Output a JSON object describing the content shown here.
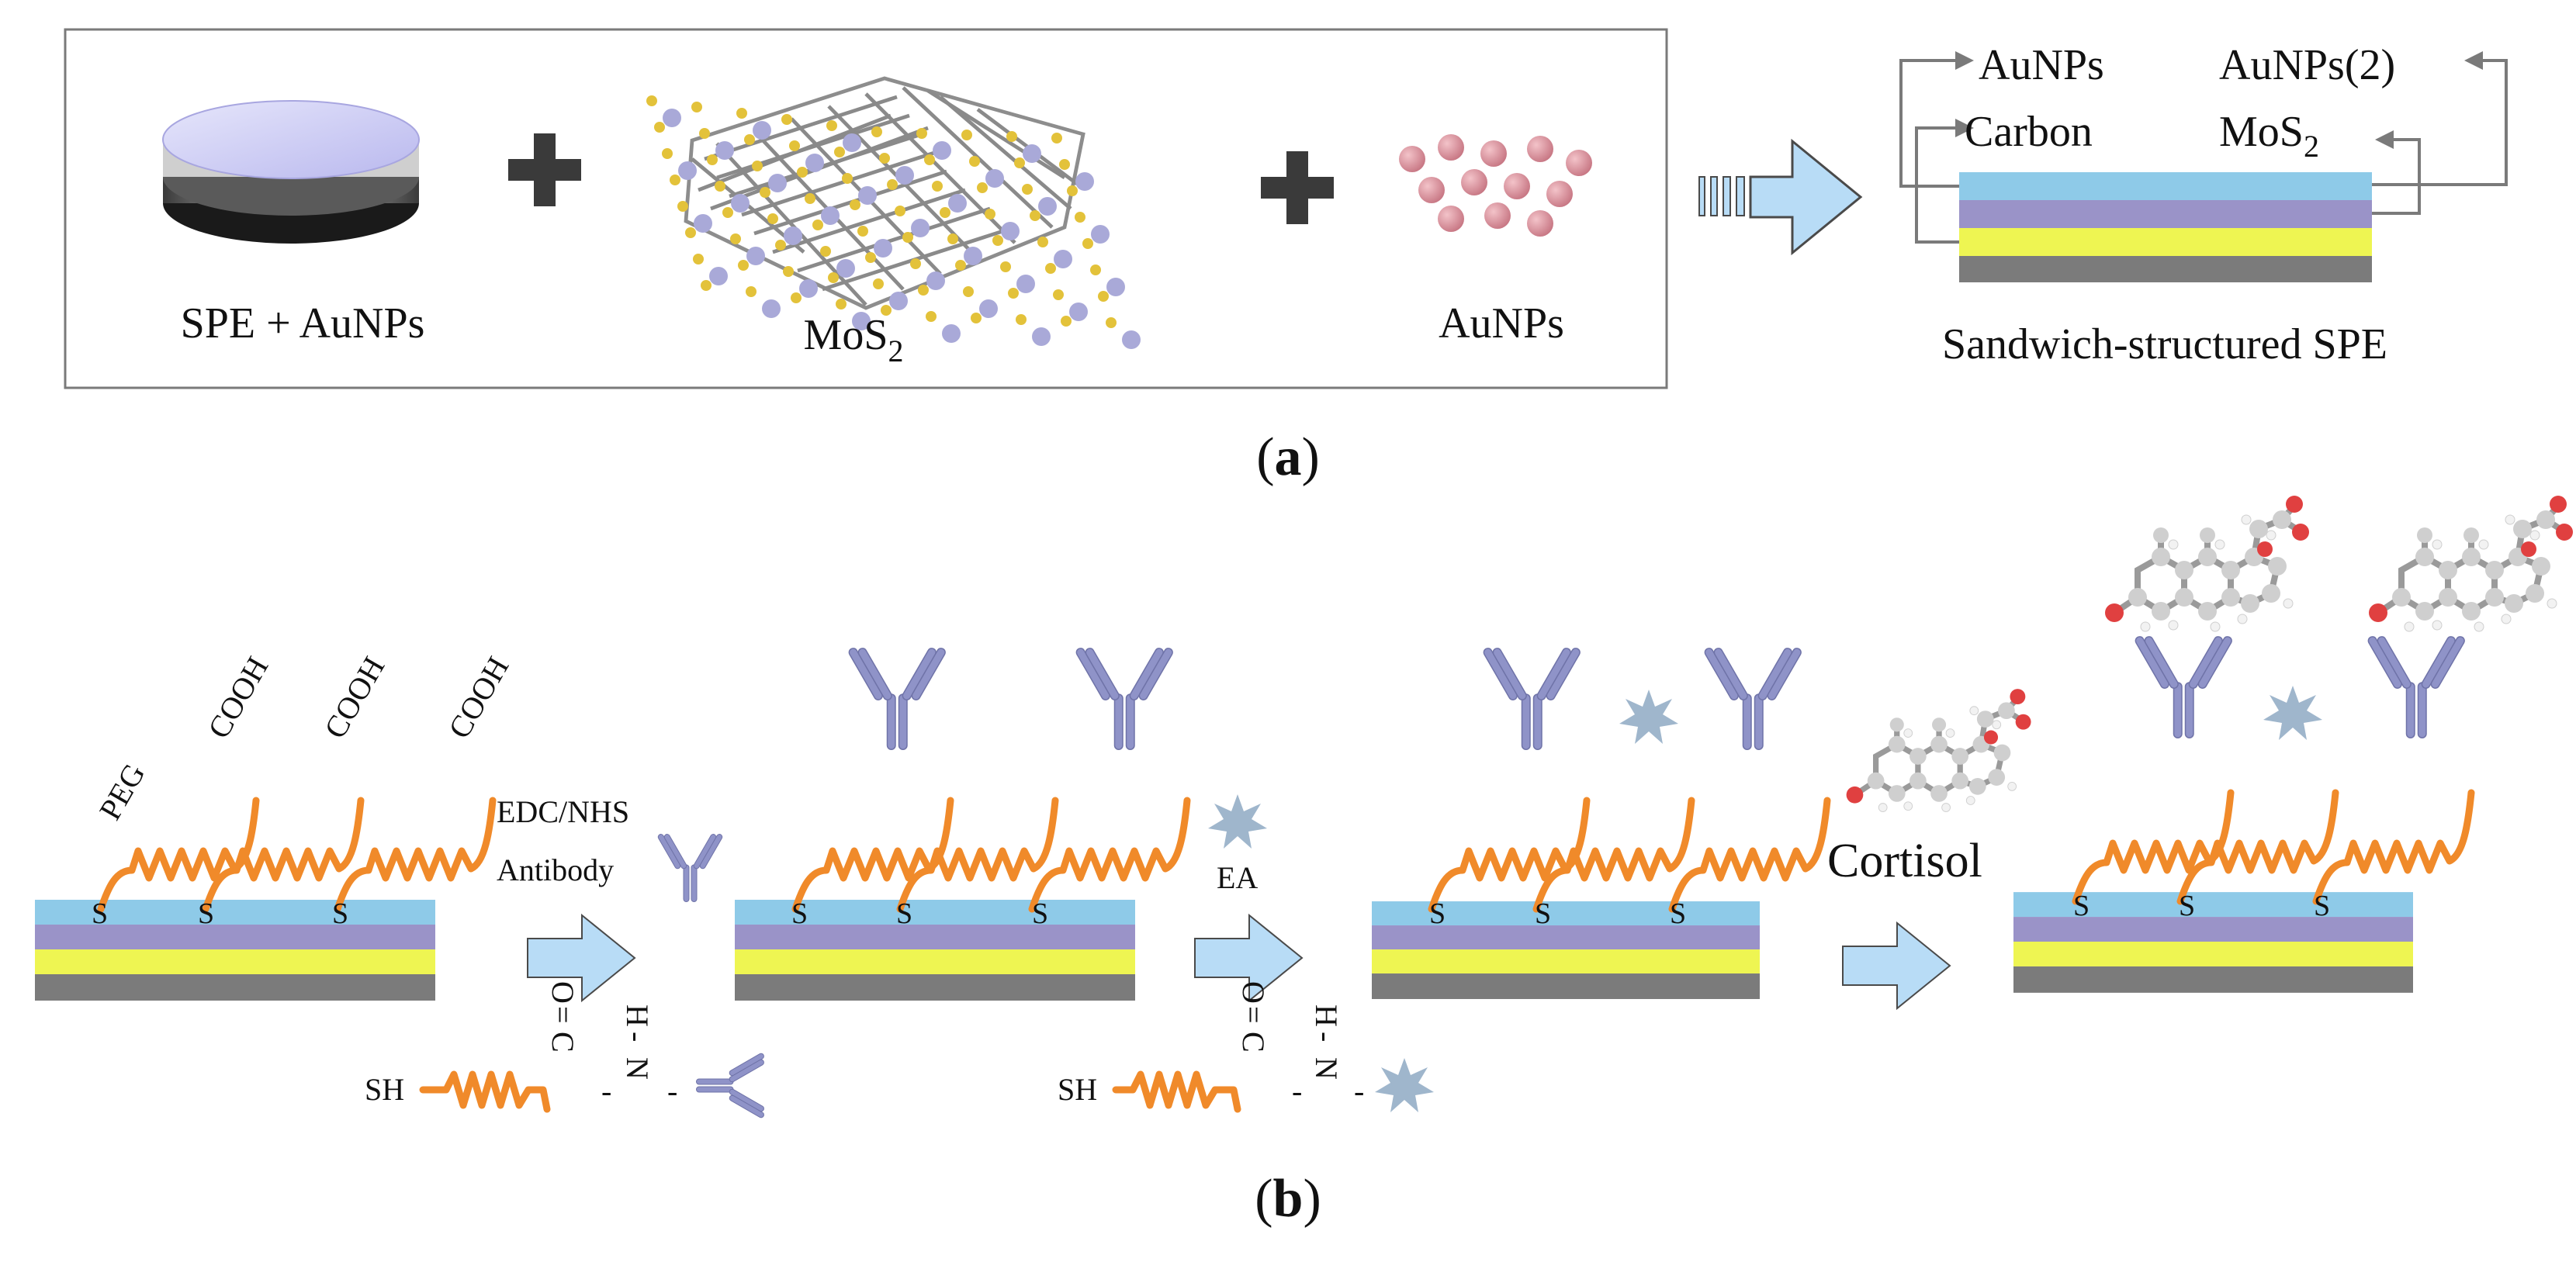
{
  "figure": {
    "panel_a": {
      "label_open": "(",
      "label_letter": "a",
      "label_close": ")",
      "items": {
        "spe": "SPE + AuNPs",
        "mos2_main": "MoS",
        "mos2_sub": "2",
        "aunps": "AuNPs"
      },
      "sandwich_caption": "Sandwich-structured SPE",
      "layer_labels": {
        "aunps_top": "AuNPs",
        "carbon": "Carbon",
        "aunps2": "AuNPs(2)",
        "mos2_main": "MoS",
        "mos2_sub": "2"
      }
    },
    "panel_b": {
      "label_open": "(",
      "label_letter": "b",
      "label_close": ")",
      "peg": "PEG",
      "cooh": "COOH",
      "s": "S",
      "steps": {
        "step1_line1": "EDC/NHS",
        "step1_line2": "Antibody",
        "step2": "EA",
        "step3": "Cortisol"
      },
      "linker": {
        "sh": "SH",
        "carbonyl_c": "C",
        "carbonyl_o": "O",
        "dbl": "=",
        "amide_n": "N",
        "amide_h": "H",
        "dash": "-"
      }
    },
    "colors": {
      "layer_blue": "#8ecae8",
      "layer_purple": "#9a93c8",
      "layer_yellow": "#eef552",
      "layer_gray": "#7b7b7b",
      "arrow_fill": "#b8dcf6",
      "peg_orange": "#f08a2a",
      "antibody": "#8f93c8",
      "ea_star": "#9fb6cc",
      "aunp_pink": "#d98c97"
    }
  }
}
